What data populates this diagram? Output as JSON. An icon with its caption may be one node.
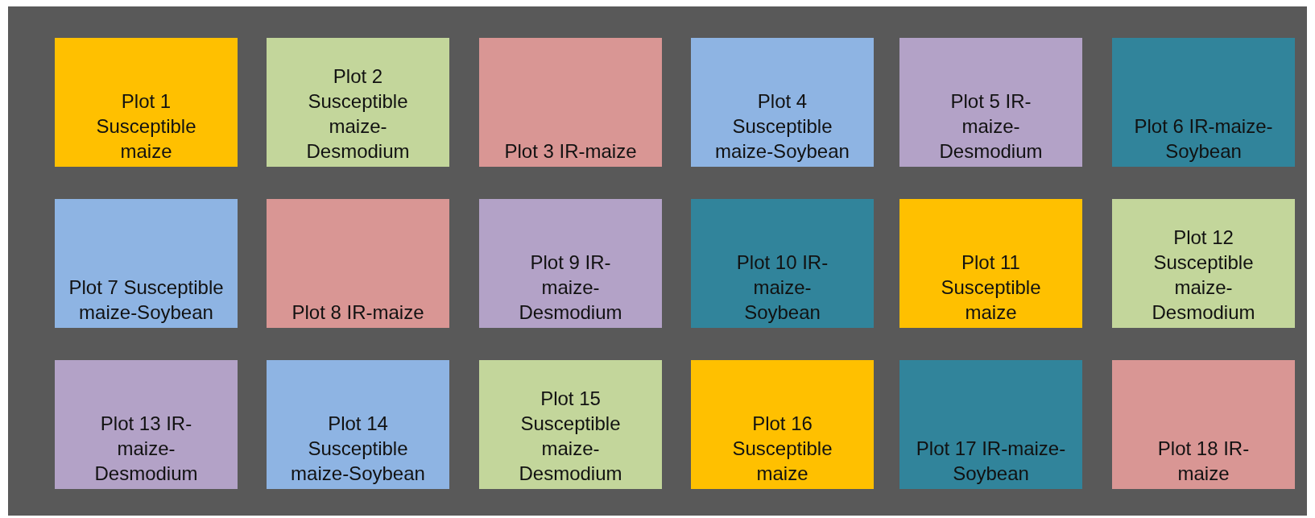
{
  "diagram": {
    "nodes": [
      {
        "text": [
          "Plot 1 Susceptible maize"
        ]
      },
      {
        "text": [
          "Plot 2 Susceptible maize-Desmodium"
        ]
      },
      {
        "text": [
          "Plot 3 IR-maize"
        ]
      },
      {
        "text": [
          "Plot 4 Susceptible maize-Soybean"
        ]
      },
      {
        "text": [
          "Plot 5 IR-maize-Desmodium"
        ]
      },
      {
        "text": [
          "Plot 6 IR-maize-Soybean"
        ]
      },
      {
        "text": [
          "Plot 7 Susceptible maize-Soybean"
        ]
      },
      {
        "text": [
          "Plot 8 IR-maize"
        ]
      },
      {
        "text": [
          "Plot 9 IR-maize-Desmodium"
        ]
      },
      {
        "text": [
          "Plot 10 IR-maize-Soybean"
        ]
      },
      {
        "text": [
          "Plot 11 Susceptible maize"
        ]
      },
      {
        "text": [
          "Plot 12 Susceptible maize-Desmodium"
        ]
      },
      {
        "text": [
          "Plot 13 IR-maize-Desmodium"
        ]
      },
      {
        "text": [
          "Plot 14 Susceptible maize-Soybean"
        ]
      },
      {
        "text": [
          "Plot 15 Susceptible maize-Desmodium"
        ]
      },
      {
        "text": [
          "Plot 16 Susceptible maize"
        ]
      },
      {
        "text": [
          "Plot 17 IR-maize-Soybean"
        ]
      },
      {
        "text": [
          "Plot 18 IR-maize"
        ]
      }
    ]
  }
}
